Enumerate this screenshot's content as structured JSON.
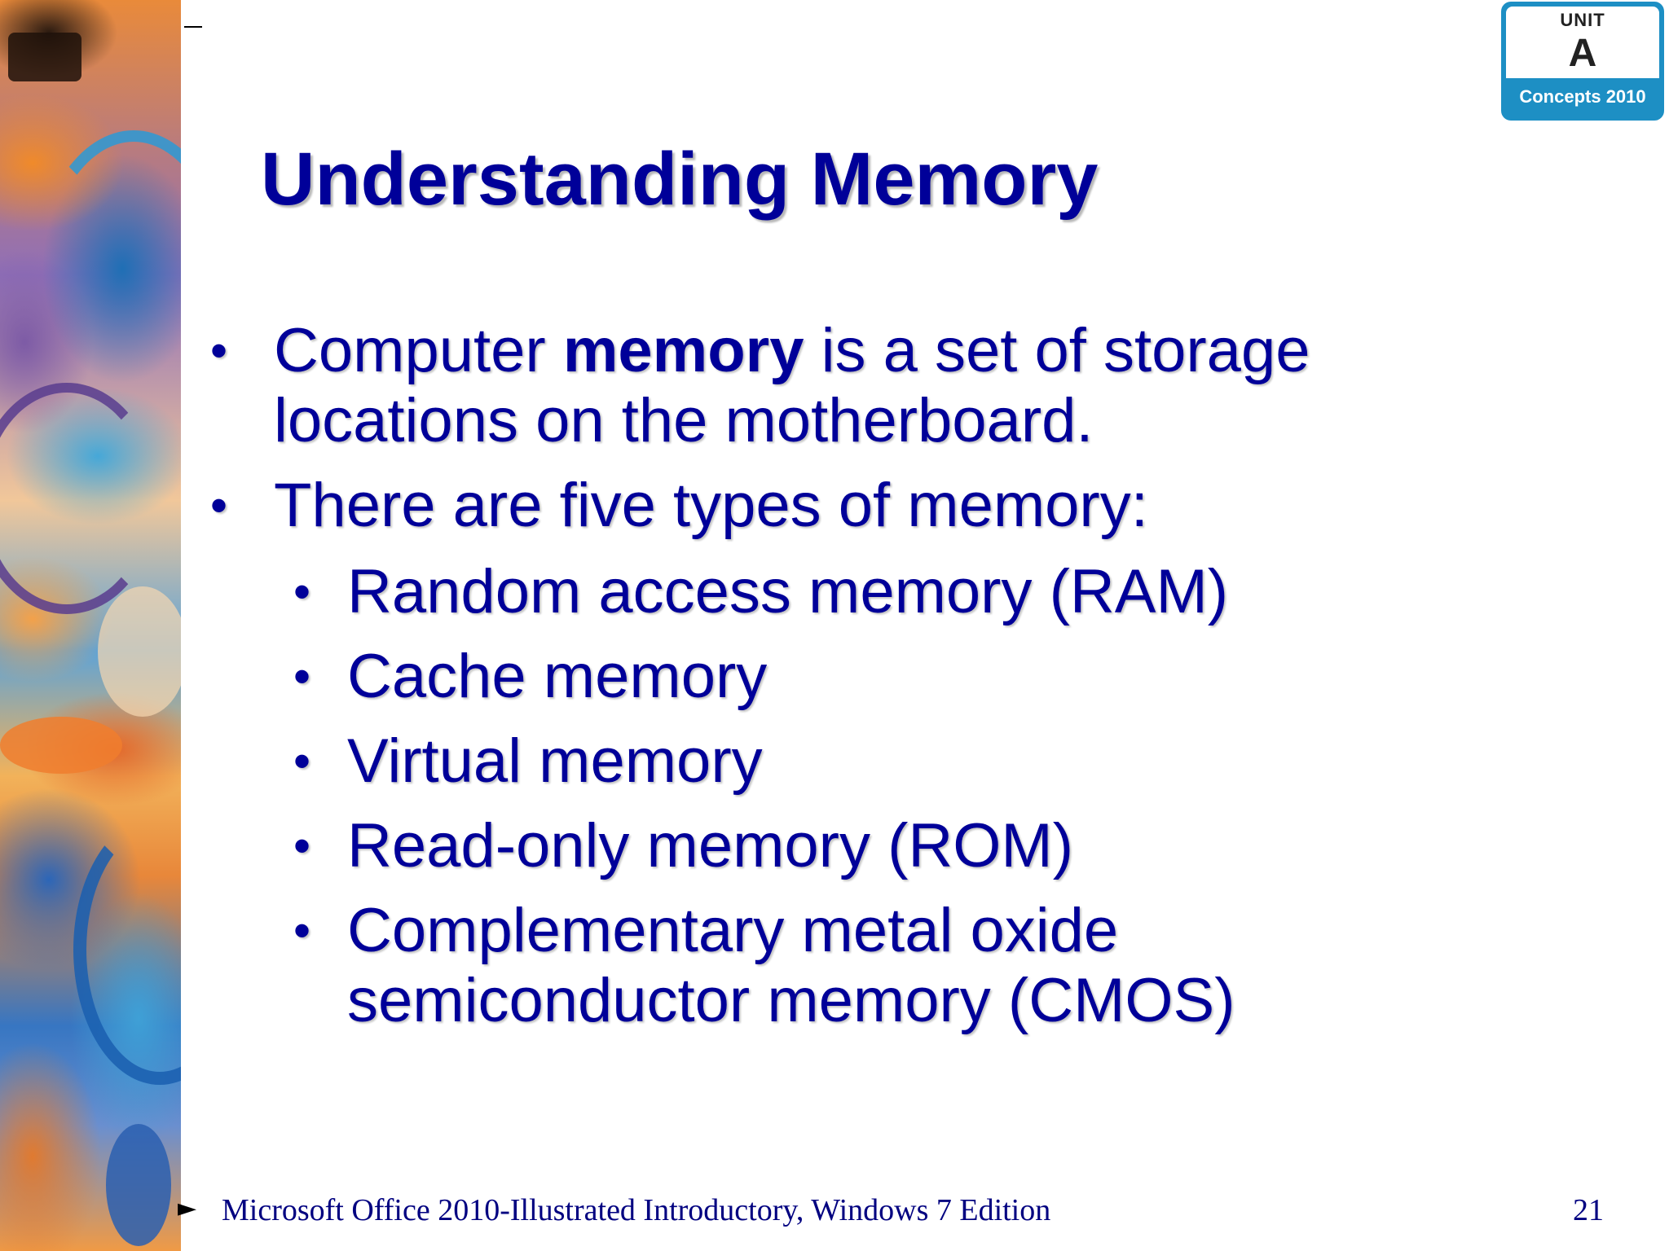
{
  "badge": {
    "unit": "UNIT",
    "letter": "A",
    "subtitle": "Concepts 2010"
  },
  "title": "Understanding Memory",
  "bullets": [
    {
      "pre": "Computer ",
      "bold": "memory",
      "post": " is a set of storage",
      "continuation": "locations on the motherboard."
    },
    {
      "text": "There are five types of memory:"
    }
  ],
  "sub_bullets": [
    "Random access memory (RAM)",
    "Cache memory",
    "Virtual memory",
    "Read-only memory (ROM)",
    "Complementary metal oxide"
  ],
  "sub_bullet_continuation": "semiconductor memory (CMOS)",
  "footer": {
    "arrow": "►",
    "text": "Microsoft Office 2010-Illustrated Introductory, Windows 7 Edition",
    "page": "21"
  },
  "colors": {
    "text": "#000099",
    "badge": "#1d8fc4"
  }
}
